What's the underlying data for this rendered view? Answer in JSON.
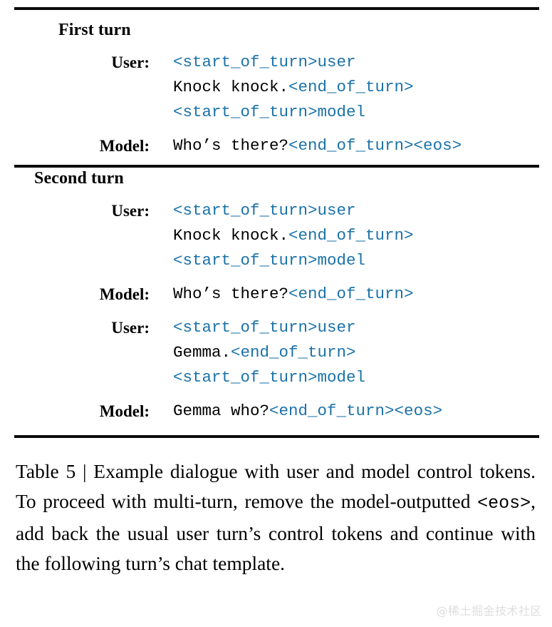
{
  "table": {
    "sections": [
      {
        "heading": "First turn",
        "rows": [
          {
            "label": "User:",
            "lines": [
              [
                {
                  "text": "<start_of_turn>user",
                  "style": "token"
                }
              ],
              [
                {
                  "text": "Knock knock.",
                  "style": "plain"
                },
                {
                  "text": "<end_of_turn>",
                  "style": "token"
                }
              ],
              [
                {
                  "text": "<start_of_turn>model",
                  "style": "token"
                }
              ]
            ]
          },
          {
            "label": "Model:",
            "lines": [
              [
                {
                  "text": "Who’s there?",
                  "style": "plain"
                },
                {
                  "text": "<end_of_turn><eos>",
                  "style": "token"
                }
              ]
            ]
          }
        ]
      },
      {
        "heading": "Second turn",
        "rows": [
          {
            "label": "User:",
            "lines": [
              [
                {
                  "text": "<start_of_turn>user",
                  "style": "token"
                }
              ],
              [
                {
                  "text": "Knock knock.",
                  "style": "plain"
                },
                {
                  "text": "<end_of_turn>",
                  "style": "token"
                }
              ],
              [
                {
                  "text": "<start_of_turn>model",
                  "style": "token"
                }
              ]
            ]
          },
          {
            "label": "Model:",
            "lines": [
              [
                {
                  "text": "Who’s there?",
                  "style": "plain"
                },
                {
                  "text": "<end_of_turn>",
                  "style": "token"
                }
              ]
            ]
          },
          {
            "label": "User:",
            "lines": [
              [
                {
                  "text": "<start_of_turn>user",
                  "style": "token"
                }
              ],
              [
                {
                  "text": "Gemma.",
                  "style": "plain"
                },
                {
                  "text": "<end_of_turn>",
                  "style": "token"
                }
              ],
              [
                {
                  "text": "<start_of_turn>model",
                  "style": "token"
                }
              ]
            ]
          },
          {
            "label": "Model:",
            "lines": [
              [
                {
                  "text": "Gemma who?",
                  "style": "plain"
                },
                {
                  "text": "<end_of_turn><eos>",
                  "style": "token"
                }
              ]
            ]
          }
        ]
      }
    ]
  },
  "caption": {
    "parts": [
      {
        "text": "Table 5 | Example dialogue with user and model control tokens. To proceed with multi-turn, remove the model-outputted ",
        "style": "plain"
      },
      {
        "text": "<eos>",
        "style": "mono"
      },
      {
        "text": ", add back the usual user turn’s control tokens and continue with the following turn’s chat template.",
        "style": "plain"
      }
    ]
  },
  "watermark": {
    "text": "@稀土掘金技术社区"
  },
  "colors": {
    "token_blue": "#1b72a8",
    "text_black": "#000000",
    "rule_black": "#0b0b0b",
    "watermark_gray": "#dedede"
  }
}
